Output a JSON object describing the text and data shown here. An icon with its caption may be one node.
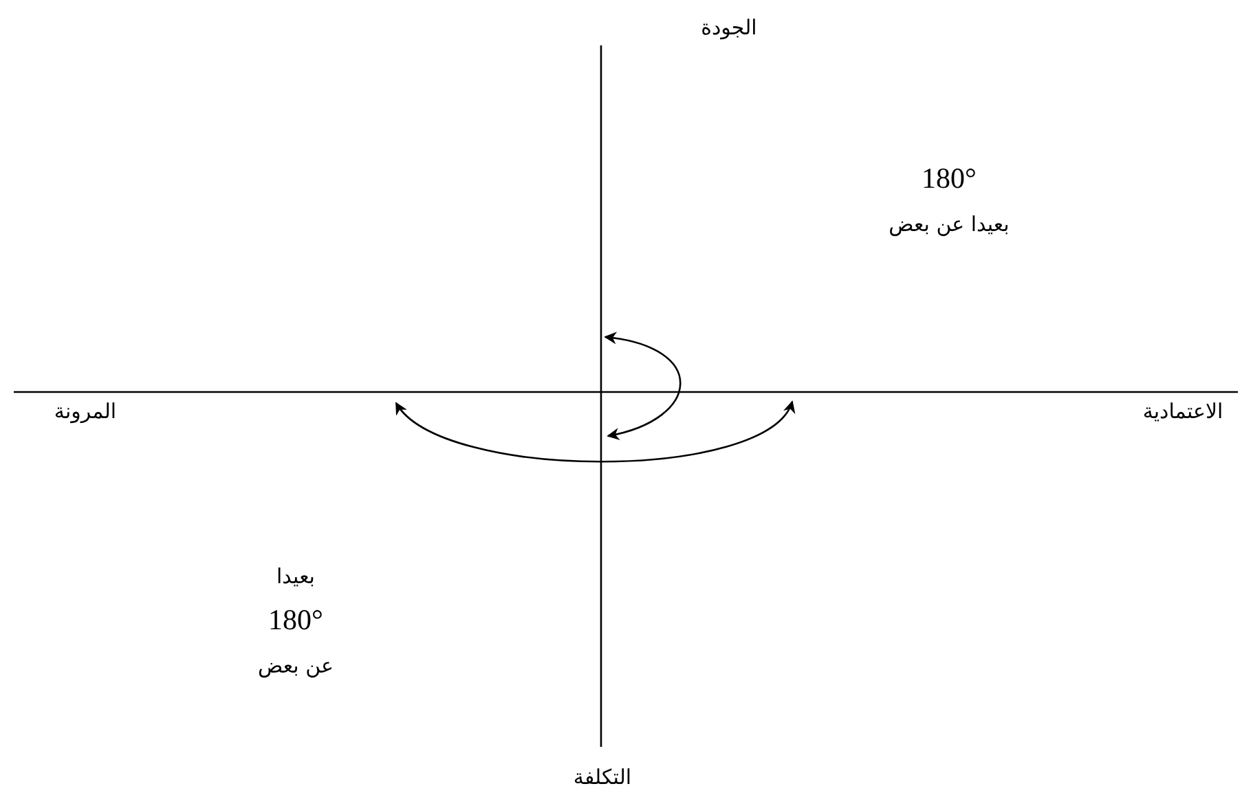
{
  "diagram": {
    "labels": [
      "الجودة",
      "180°",
      "بعيدا عن بعض",
      "المرونة",
      "الاعتمادية",
      "بعيدا",
      "180°",
      "عن بعض",
      "التكلفة"
    ]
  }
}
